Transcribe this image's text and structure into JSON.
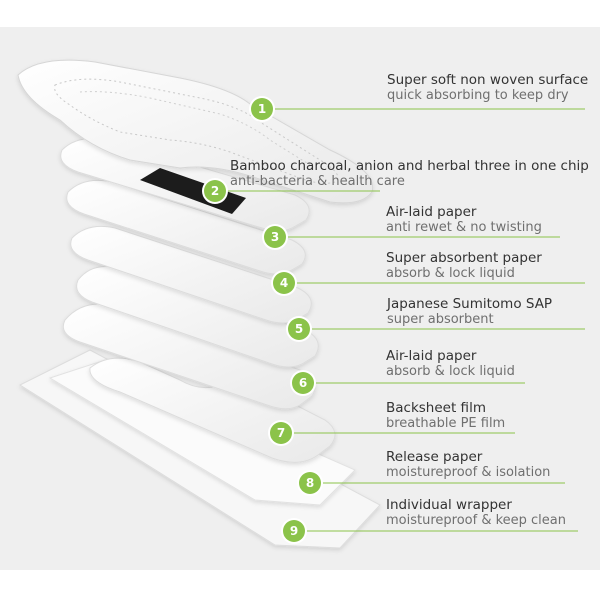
{
  "accent_color": "#8bc34a",
  "layers": [
    {
      "number": "1",
      "title": "Super soft non woven surface",
      "subtitle": "quick absorbing to keep dry",
      "icon": "top-sheet-layer"
    },
    {
      "number": "2",
      "title": "Bamboo charcoal, anion and herbal three in one chip",
      "subtitle": "anti-bacteria & health care",
      "icon": "chip-layer"
    },
    {
      "number": "3",
      "title": "Air-laid paper",
      "subtitle": "anti rewet & no twisting",
      "icon": "paper-layer"
    },
    {
      "number": "4",
      "title": "Super absorbent paper",
      "subtitle": "absorb & lock liquid",
      "icon": "paper-layer"
    },
    {
      "number": "5",
      "title": "Japanese Sumitomo SAP",
      "subtitle": "super absorbent",
      "icon": "sap-layer"
    },
    {
      "number": "6",
      "title": "Air-laid paper",
      "subtitle": "absorb & lock liquid",
      "icon": "paper-layer"
    },
    {
      "number": "7",
      "title": "Backsheet film",
      "subtitle": "breathable PE film",
      "icon": "film-layer"
    },
    {
      "number": "8",
      "title": "Release paper",
      "subtitle": "moistureproof & isolation",
      "icon": "release-paper-layer"
    },
    {
      "number": "9",
      "title": "Individual wrapper",
      "subtitle": "moistureproof & keep clean",
      "icon": "wrapper-layer"
    }
  ]
}
